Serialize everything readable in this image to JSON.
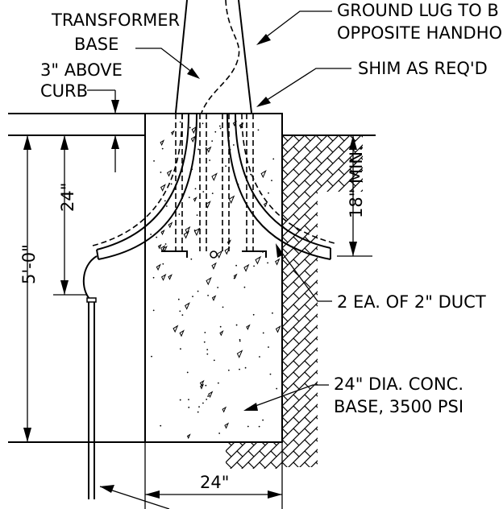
{
  "labels": {
    "transformer_line1": "TRANSFORMER",
    "transformer_line2": "BASE",
    "above_curb_line1": "3\" ABOVE",
    "above_curb_line2": "CURB",
    "ground_lug_line1": "GROUND LUG TO B",
    "ground_lug_line2": "OPPOSITE HANDHO",
    "shim": "SHIM AS REQ'D",
    "duct": "2 EA. OF 2\" DUCT",
    "base_line1": "24\" DIA. CONC.",
    "base_line2": "BASE, 3500 PSI"
  },
  "dimensions": {
    "total_depth": "5'-0\"",
    "duct_depth": "24\"",
    "min_cover": "18\" MIN.",
    "base_width": "24\""
  }
}
